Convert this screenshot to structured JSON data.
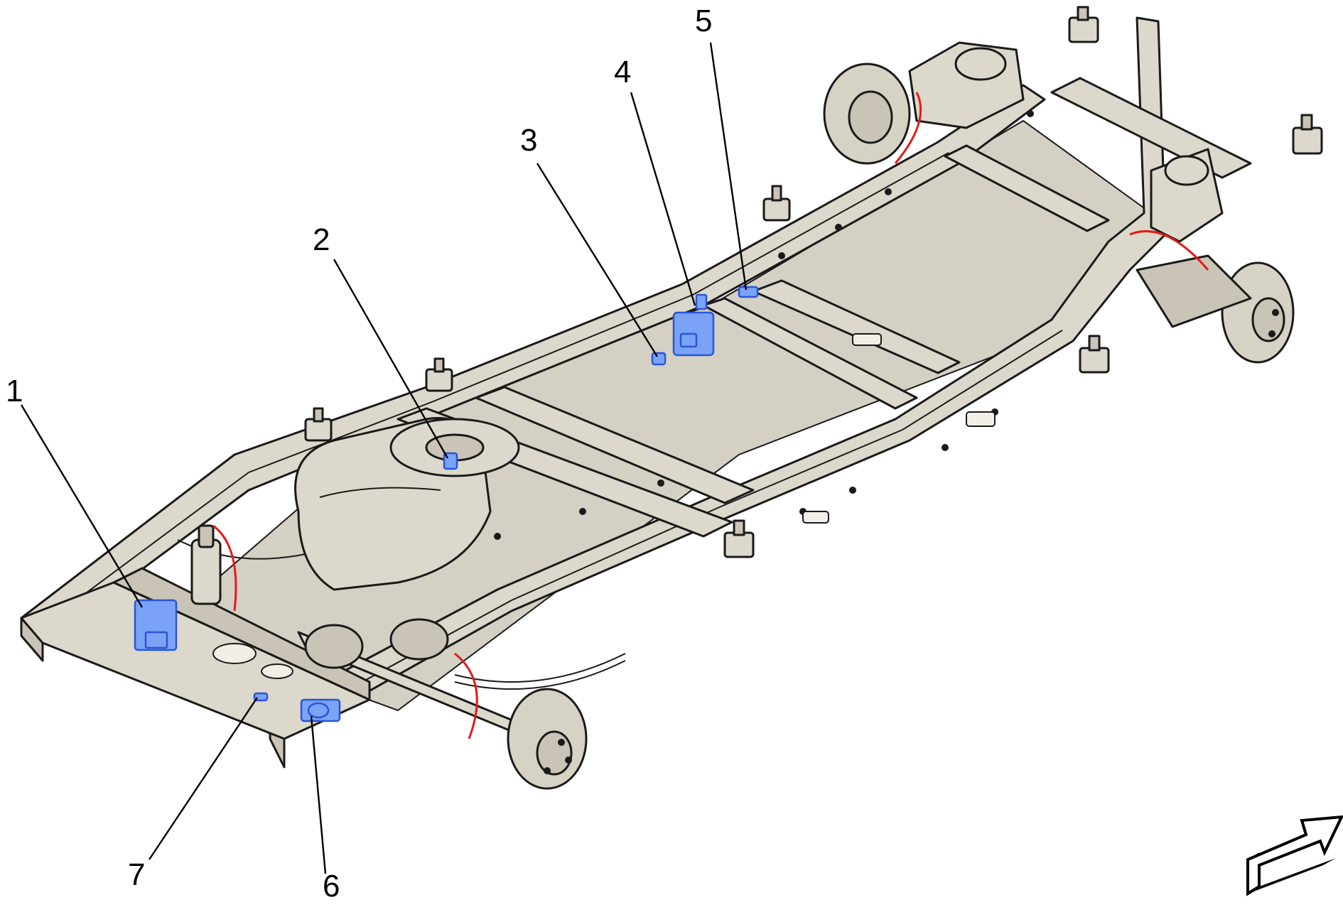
{
  "diagram": {
    "callouts": [
      {
        "id": "1",
        "label": "1"
      },
      {
        "id": "2",
        "label": "2"
      },
      {
        "id": "3",
        "label": "3"
      },
      {
        "id": "4",
        "label": "4"
      },
      {
        "id": "5",
        "label": "5"
      },
      {
        "id": "6",
        "label": "6"
      },
      {
        "id": "7",
        "label": "7"
      }
    ],
    "colors": {
      "frame": "#dcd8cb",
      "highlighted_components": "#7aa3f7",
      "wiring": "#e21b1b",
      "outline": "#1a1a1a"
    },
    "direction_indicator": "front-arrow"
  }
}
